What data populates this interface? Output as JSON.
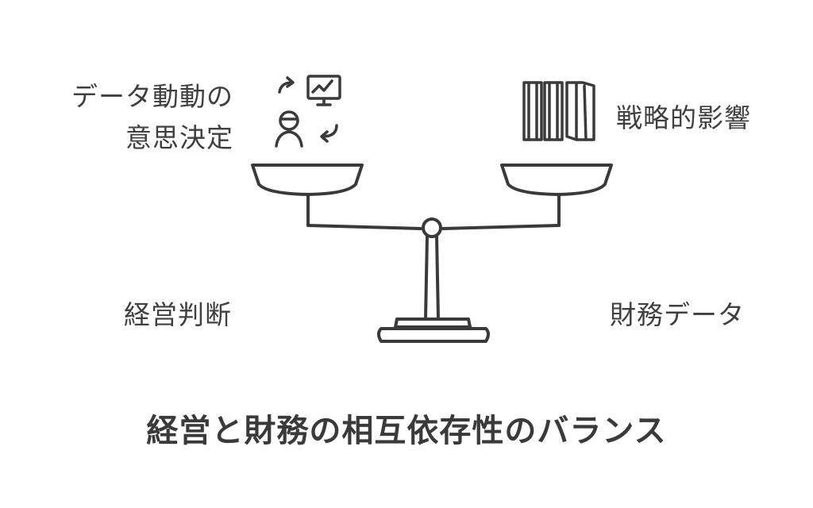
{
  "left_pan": {
    "label_line1": "データ動動の",
    "label_line2": "意思決定",
    "icon": "person-data-cycle-icon"
  },
  "right_pan": {
    "label": "戦略的影響",
    "icon": "books-icon"
  },
  "bottom_left_label": "経営判断",
  "bottom_right_label": "財務データ",
  "title": "経営と財務の相互依存性のバランス",
  "colors": {
    "stroke": "#3a3a3a",
    "text": "#3f3f3f",
    "background": "#ffffff"
  }
}
